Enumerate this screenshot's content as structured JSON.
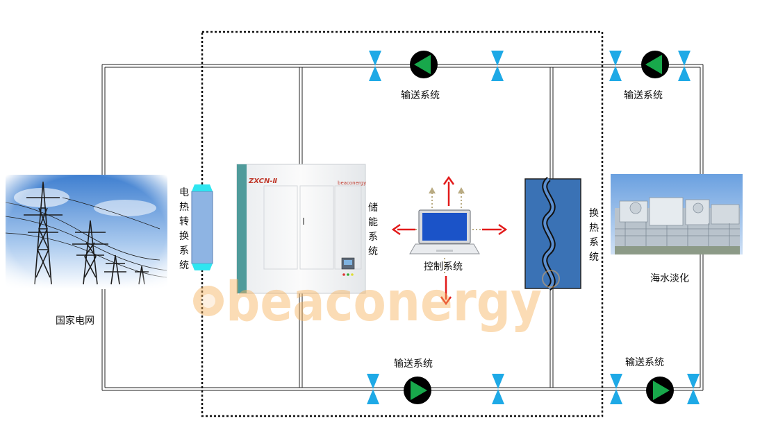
{
  "labels": {
    "grid": "国家电网",
    "heat_conversion": "电热转换系统",
    "storage": "储能系统",
    "control": "控制系统",
    "heat_exchange": "换热系统",
    "desalination": "海水淡化",
    "transport": "输送系统"
  },
  "device": {
    "model": "ZXCN-Ⅱ",
    "brand": "beaconergy"
  },
  "watermark": "beaconergy",
  "colors": {
    "pipe": "#222222",
    "valve": "#1ea9e6",
    "pump": "#18a84b",
    "arrow_red": "#e21a1a",
    "arrow_dotted": "#b9ab82",
    "heat_exchanger": "#3a72b5",
    "heater": "#8eb4e3",
    "heater_cap": "#2ee6f0",
    "watermark": "#f6b15a"
  },
  "icons": {
    "pump": "pump-icon",
    "valve": "valve-icon",
    "laptop": "laptop-icon",
    "pylon": "power-pylon-icon",
    "plant": "desalination-plant-icon"
  }
}
